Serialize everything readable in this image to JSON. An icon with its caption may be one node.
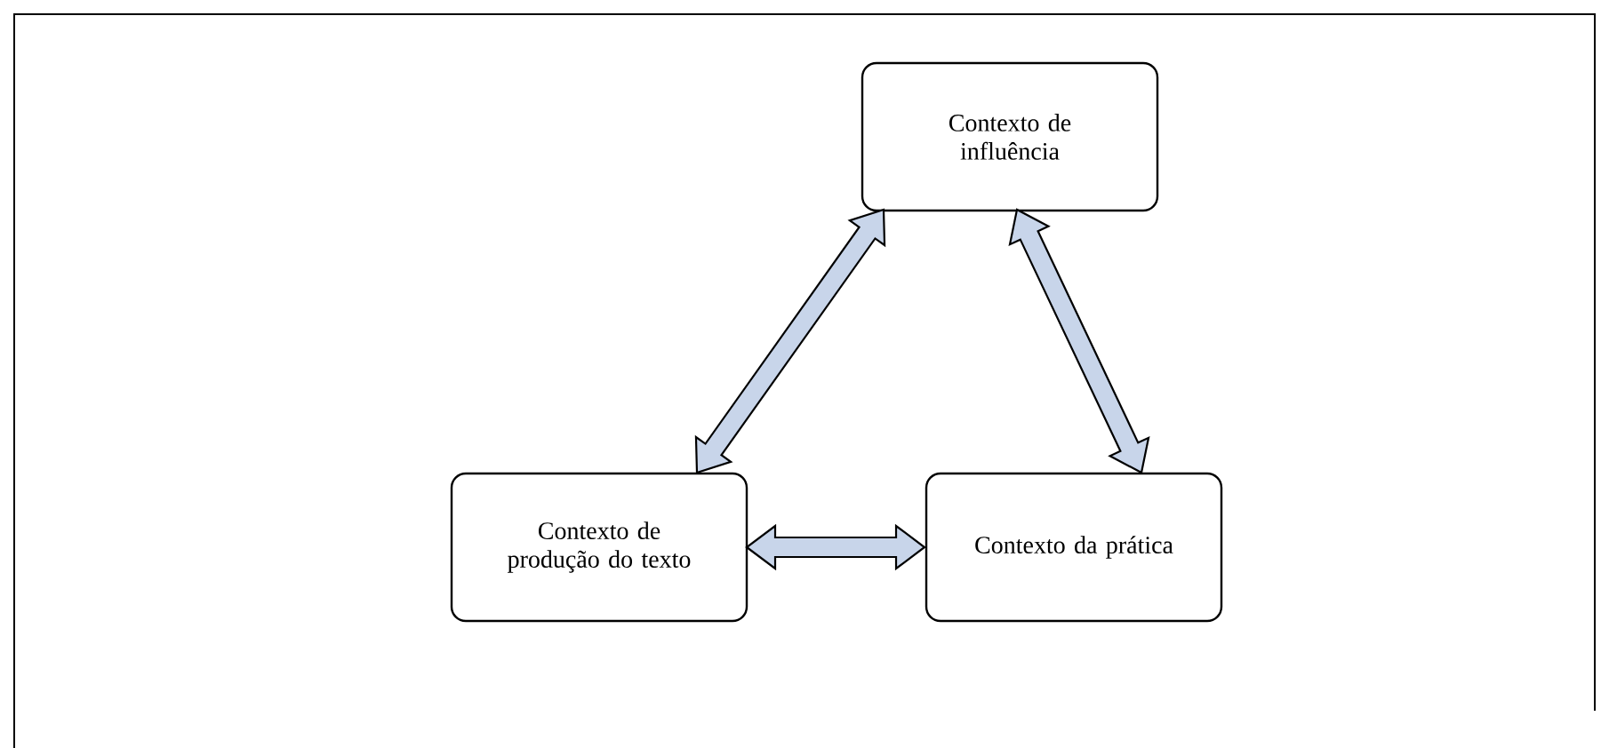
{
  "diagram": {
    "nodes": [
      {
        "text": [
          "Contexto de influência"
        ]
      },
      {
        "text": [
          "Contexto de produção do texto"
        ]
      },
      {
        "text": [
          "Contexto da prática"
        ]
      }
    ],
    "edges": [
      {
        "from": 0,
        "to": 1,
        "arrow": "both"
      },
      {
        "from": 0,
        "to": 2,
        "arrow": "both"
      },
      {
        "from": 1,
        "to": 2,
        "arrow": "both"
      }
    ]
  }
}
